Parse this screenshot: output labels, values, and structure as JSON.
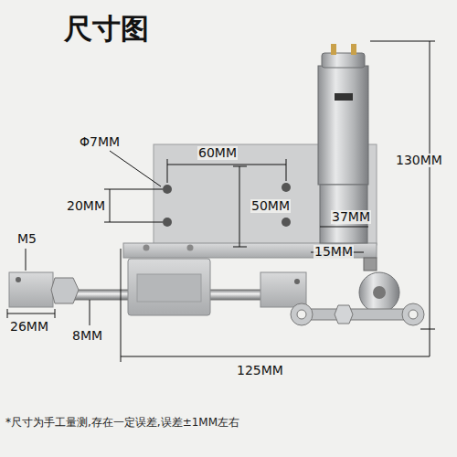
{
  "diagram": {
    "title": "尺寸图",
    "caption": "*尺寸为手工量测,存在一定误差,误差±1MM左右",
    "labels": [
      "Φ7MM",
      "60MM",
      "20MM",
      "50MM",
      "37MM",
      "130MM",
      "15MM",
      "M5",
      "26MM",
      "8MM",
      "125MM"
    ]
  }
}
